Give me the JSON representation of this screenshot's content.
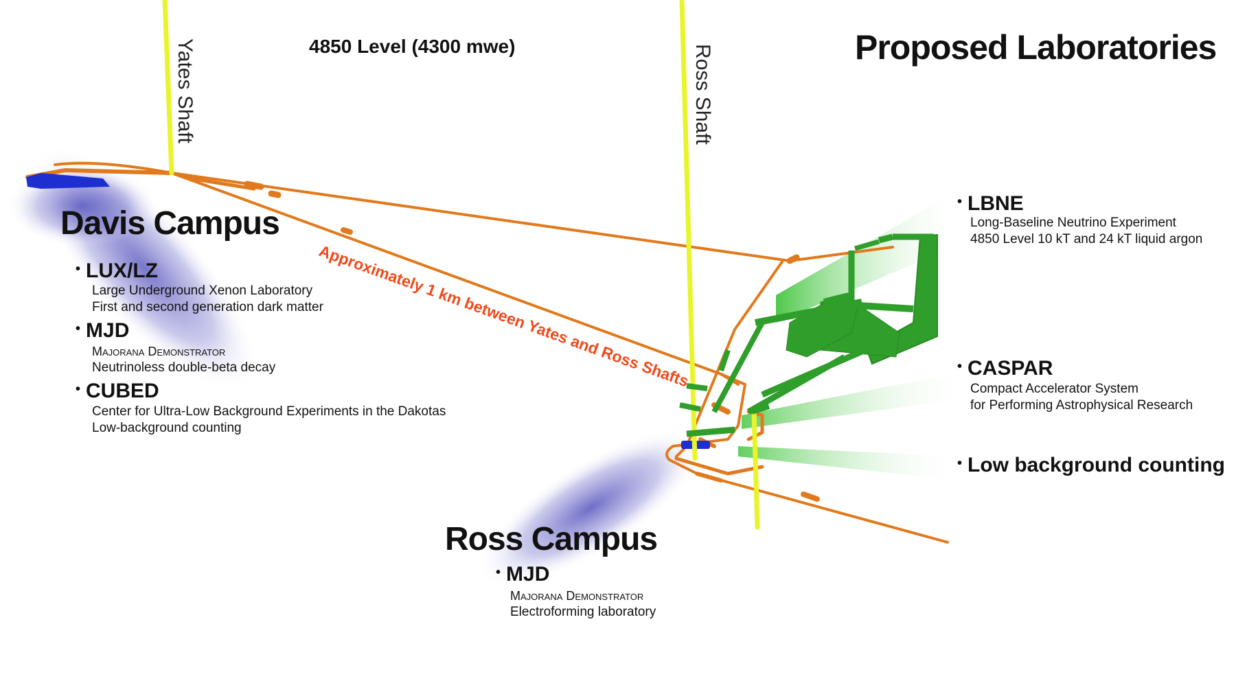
{
  "header": {
    "level_label": "4850 Level (4300 mwe)",
    "proposed_title": "Proposed Laboratories"
  },
  "shafts": {
    "yates": "Yates Shaft",
    "ross": "Ross Shaft"
  },
  "annotation": "Approximately 1 km between Yates and Ross Shafts",
  "davis": {
    "title": "Davis Campus",
    "items": [
      {
        "bullet": "•",
        "name": "LUX/LZ",
        "line1": "Large Underground Xenon Laboratory",
        "line2": "First and second generation dark matter"
      },
      {
        "bullet": "•",
        "name": "MJD",
        "line1": "Majorana Demonstrator",
        "line2": "Neutrinoless double-beta decay"
      },
      {
        "bullet": "•",
        "name": "CUBED",
        "line1": "Center for Ultra-Low Background Experiments in the Dakotas",
        "line2": "Low-background counting"
      }
    ]
  },
  "ross": {
    "title": "Ross Campus",
    "items": [
      {
        "bullet": "•",
        "name": "MJD",
        "line1": "Majorana Demonstrator",
        "line2": "Electroforming laboratory"
      }
    ]
  },
  "proposed": {
    "items": [
      {
        "bullet": "•",
        "name": "LBNE",
        "line1": "Long-Baseline Neutrino Experiment",
        "line2": "4850 Level 10 kT and 24 kT liquid argon"
      },
      {
        "bullet": "•",
        "name": "CASPAR",
        "line1": "Compact Accelerator System",
        "line2": "for Performing Astrophysical Research"
      },
      {
        "bullet": "•",
        "name": "Low background counting"
      }
    ]
  },
  "colors": {
    "shaft": "#e8f52a",
    "tunnel": "#e07a1c",
    "annotation": "#f04a1a",
    "davis_glow": "#4b49b8",
    "proposed_lab": "#2f9e2a",
    "proposed_beam": "#3ec23a",
    "existing_lab": "#1e2fd0"
  }
}
